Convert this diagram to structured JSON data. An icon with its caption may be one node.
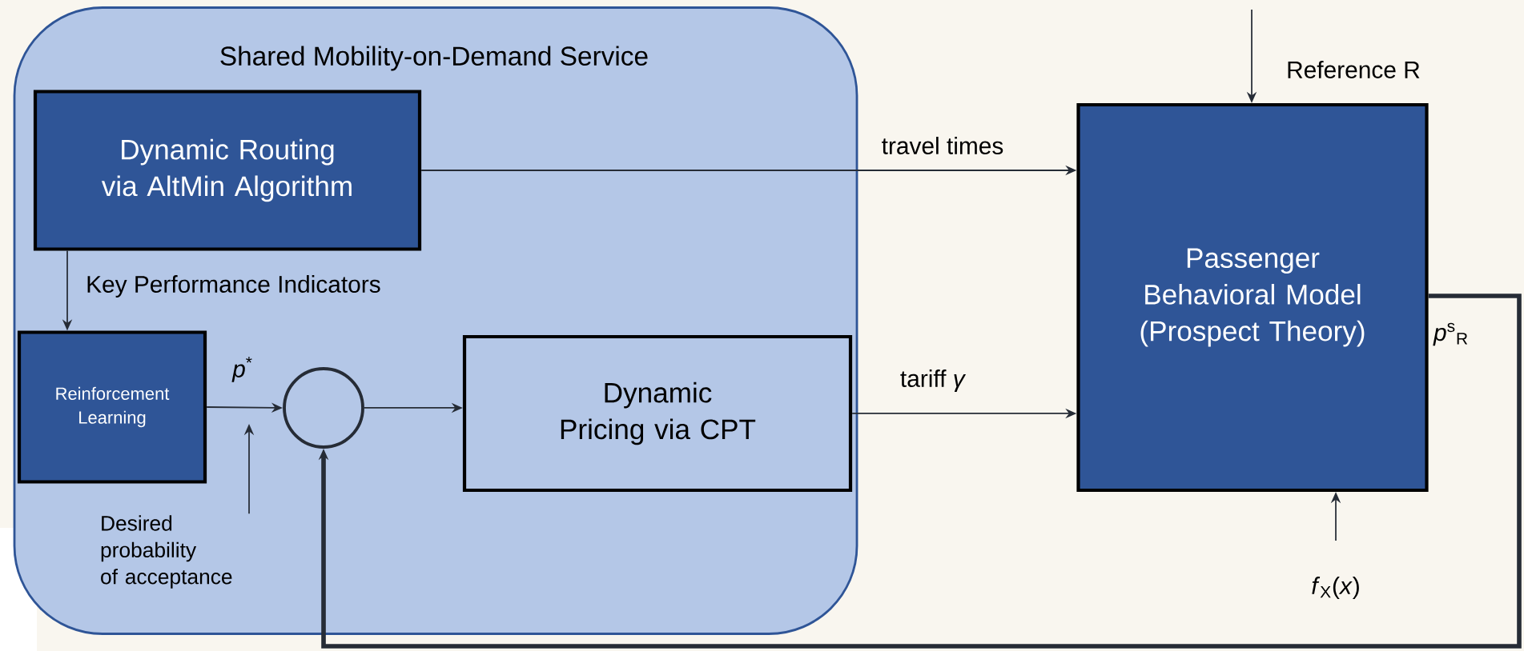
{
  "diagram": {
    "nodes": [
      {
        "text": [
          "Shared Mobility-on-Demand Service"
        ]
      },
      {
        "text": [
          "Dynamic Routing via AltMin Algorithm"
        ],
        "in": 0
      },
      {
        "text": [
          "Reinforcement Learning"
        ],
        "in": 0
      },
      {
        "text": [],
        "shape": "circle",
        "in": 0
      },
      {
        "text": [
          "Dynamic Pricing via CPT"
        ],
        "in": 0
      },
      {
        "text": [
          "Passenger Behavioral Model (Prospect Theory)"
        ]
      },
      {
        "text": [
          "Desired probability of acceptance"
        ],
        "in": 0
      }
    ],
    "edges": [
      {
        "from": 1,
        "to": 5,
        "arrow": "to",
        "label": "travel times"
      },
      {
        "from": 1,
        "to": 2,
        "arrow": "to",
        "label": "Key Performance Indicators"
      },
      {
        "from": 2,
        "to": 3,
        "arrow": "to",
        "label": "*p*$^{*}$"
      },
      {
        "from": 3,
        "to": 4,
        "arrow": "to"
      },
      {
        "from": 4,
        "to": 5,
        "arrow": "to",
        "label": "tariff *γ*"
      },
      {
        "from": 5,
        "to": 3,
        "arrow": "to",
        "label": "*p*$^{s}$$_{R}$",
        "style": "thick"
      },
      {
        "from": null,
        "to": 5,
        "arrow": "to",
        "label": "Reference R"
      },
      {
        "from": null,
        "to": 5,
        "arrow": "to",
        "label": "*f*$_{X}$(*x*)"
      },
      {
        "from": 6,
        "to": null,
        "arrow": "to"
      }
    ]
  }
}
